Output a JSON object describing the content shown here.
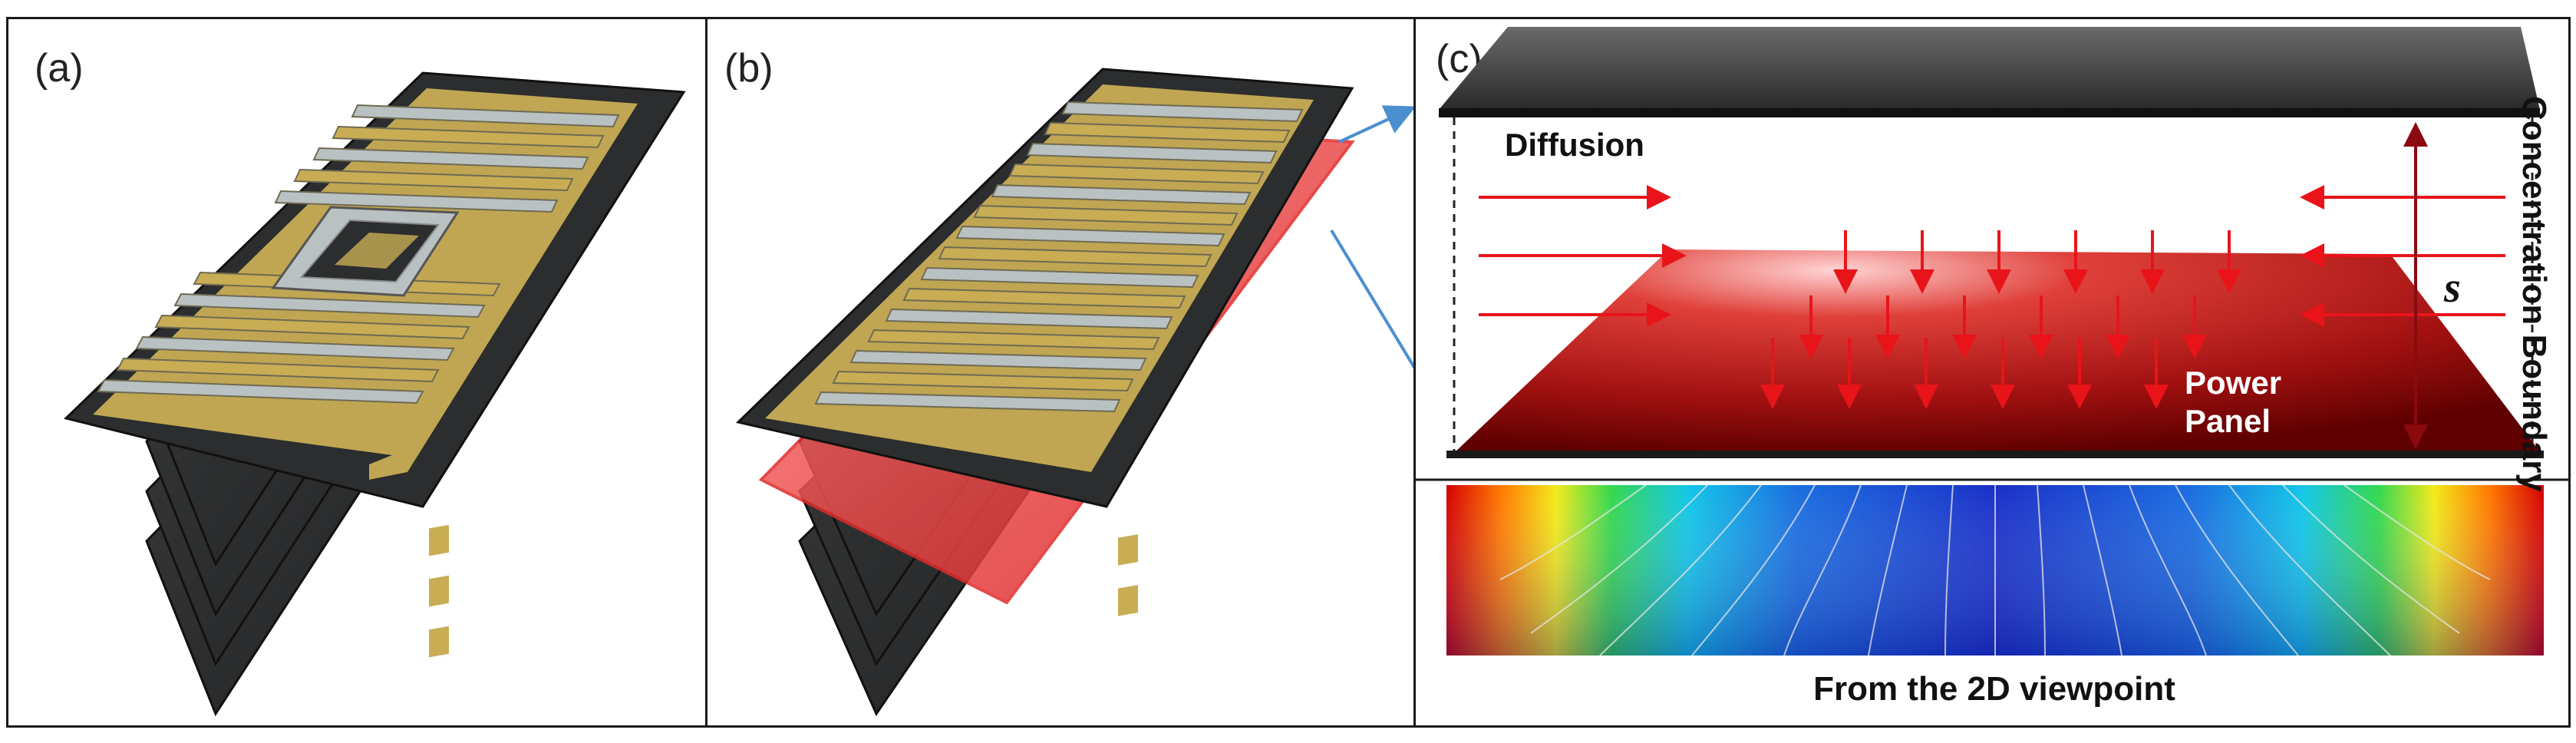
{
  "panels": {
    "a": {
      "label": "(a)"
    },
    "b": {
      "label": "(b)"
    },
    "c": {
      "label": "(c)"
    }
  },
  "diagram_c": {
    "diffusion_label": "Diffusion",
    "power_label": "Power",
    "panel_label": "Panel",
    "distance_label": "s",
    "boundary_label": "Concentration Boundary",
    "caption": "From the 2D viewpoint"
  },
  "colors": {
    "electrode_gold": "#c8ad55",
    "electrode_silver": "#b9c1c3",
    "layer_dark": "#2b2d2e",
    "highlight_red": "#e22a2a",
    "arrow_red": "#e8141a",
    "pointer_blue": "#4a8fd0"
  }
}
